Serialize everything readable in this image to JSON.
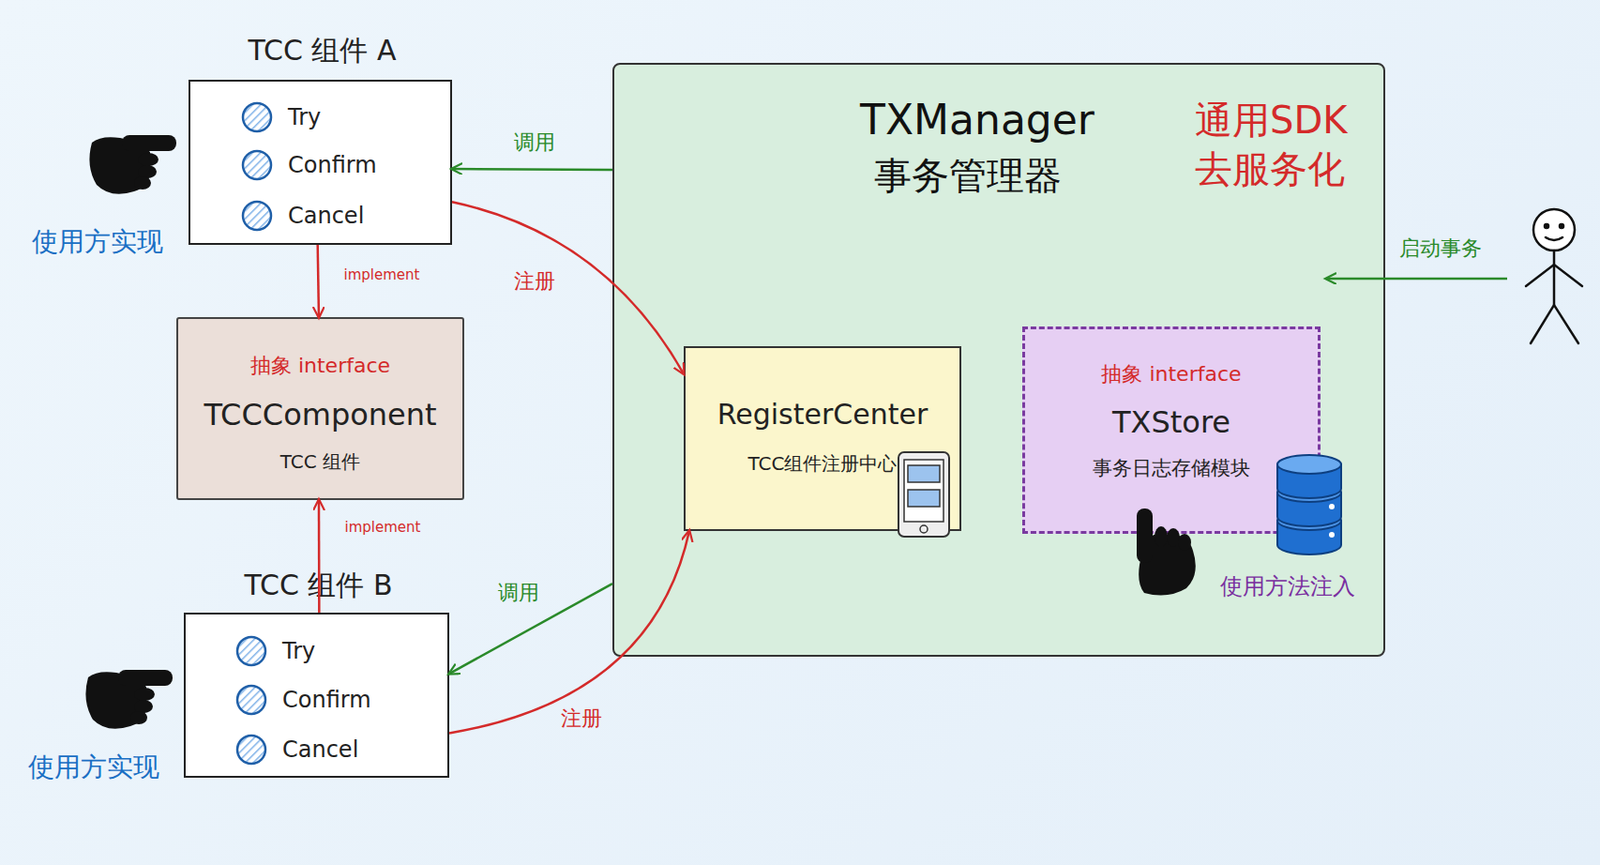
{
  "diagram": {
    "nodes": [
      {
        "text": [
          "TCC 组件 A",
          "Try",
          "Confirm",
          "Cancel"
        ]
      },
      {
        "text": [
          "抽象 interface",
          "TCCComponent",
          "TCC 组件"
        ]
      },
      {
        "text": [
          "TCC 组件 B",
          "Try",
          "Confirm",
          "Cancel"
        ]
      },
      {
        "text": [
          "TXManager",
          "事务管理器",
          "通用SDK 去服务化"
        ]
      },
      {
        "text": [
          "RegisterCenter",
          "TCC组件注册中心"
        ],
        "in": 3
      },
      {
        "text": [
          "抽象 interface",
          "TXStore",
          "事务日志存储模块"
        ],
        "in": 3
      }
    ],
    "edges": [
      {
        "from": 3,
        "to": 0,
        "label": "调用",
        "arrow": "to"
      },
      {
        "from": 0,
        "to": 4,
        "label": "注册",
        "arrow": "to"
      },
      {
        "from": 0,
        "to": 1,
        "label": "implement",
        "arrow": "to"
      },
      {
        "from": 2,
        "to": 1,
        "label": "implement",
        "arrow": "to"
      },
      {
        "from": 3,
        "to": 2,
        "label": "调用",
        "arrow": "to"
      },
      {
        "from": 2,
        "to": 4,
        "label": "注册",
        "arrow": "to"
      }
    ],
    "labels": [
      "使用方实现",
      "使用方实现",
      "启动事务",
      "使用方法注入"
    ]
  }
}
